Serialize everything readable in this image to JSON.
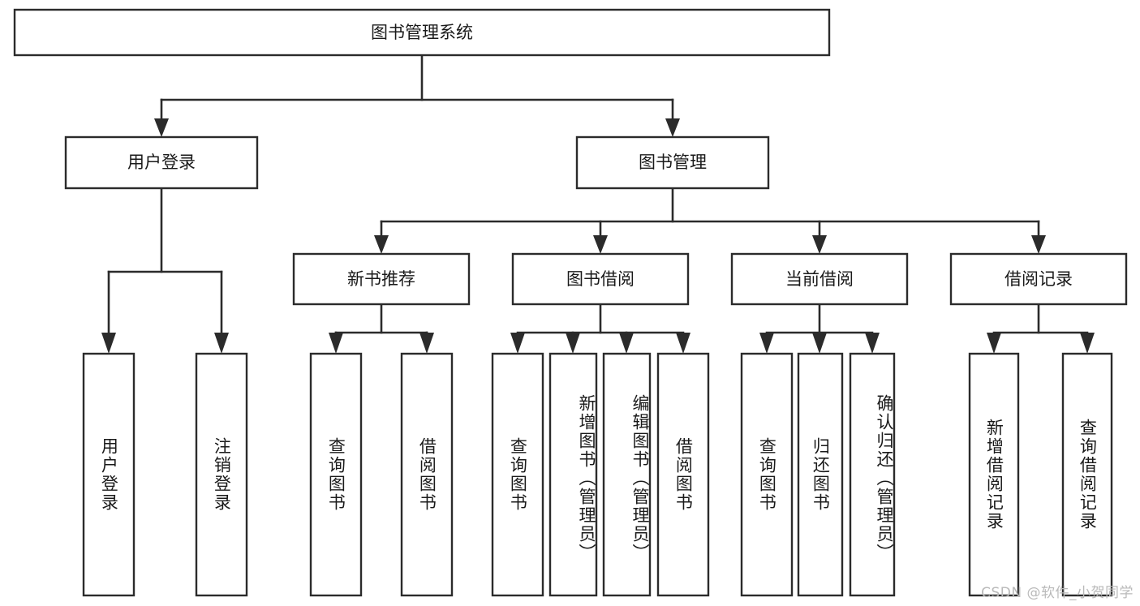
{
  "diagram": {
    "title": "图书管理系统",
    "type": "tree-hierarchy-chart",
    "root": {
      "label": "图书管理系统"
    },
    "level2": [
      {
        "label": "用户登录"
      },
      {
        "label": "图书管理"
      }
    ],
    "level3": [
      {
        "label": "新书推荐"
      },
      {
        "label": "图书借阅"
      },
      {
        "label": "当前借阅"
      },
      {
        "label": "借阅记录"
      }
    ],
    "leaves": {
      "user_login": [
        {
          "label": "用户登录"
        },
        {
          "label": "注销登录"
        }
      ],
      "new_book_recommend": [
        {
          "label": "查询图书"
        },
        {
          "label": "借阅图书"
        }
      ],
      "book_borrow": [
        {
          "label": "查询图书"
        },
        {
          "label": "新增图书（管理员）"
        },
        {
          "label": "编辑图书（管理员）"
        },
        {
          "label": "借阅图书"
        }
      ],
      "current_borrow": [
        {
          "label": "查询图书"
        },
        {
          "label": "归还图书"
        },
        {
          "label": "确认归还（管理员）"
        }
      ],
      "borrow_record": [
        {
          "label": "新增借阅记录"
        },
        {
          "label": "查询借阅记录"
        }
      ]
    }
  },
  "watermark": {
    "text": "CSDN @软件_小贺同学"
  },
  "colors": {
    "background": "#ffffff",
    "box_fill": "#ffffff",
    "box_stroke": "#2b2b2b",
    "connector": "#2b2b2b",
    "text": "#1a1a1a",
    "watermark": "#b9b9b9"
  }
}
